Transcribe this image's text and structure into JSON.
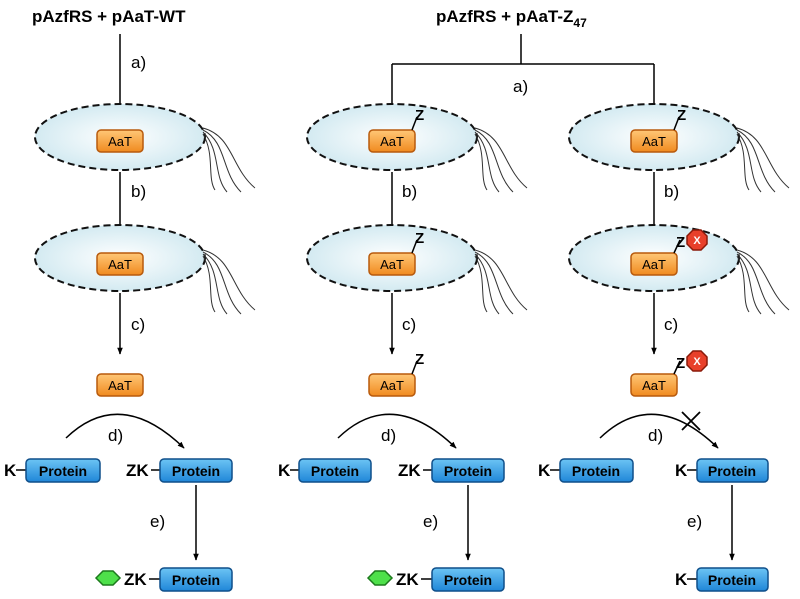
{
  "colors": {
    "aat_fill": "#f5a042",
    "aat_stroke": "#b85a0c",
    "protein_fill": "#3aa3e8",
    "protein_stroke": "#0f4f8a",
    "cell_fill": "#e2f1f5",
    "stop_fill": "#e8402a",
    "label_hex": "#4ee04a"
  },
  "titles": {
    "left": "pAzfRS + pAaT-WT",
    "right_main": "pAzfRS + pAaT-Z",
    "right_sub": "47"
  },
  "steps": {
    "a": "a)",
    "b": "b)",
    "c": "c)",
    "d": "d)",
    "e": "e)"
  },
  "labels": {
    "aat": "AaT",
    "protein": "Protein",
    "k": "K",
    "zk": "ZK",
    "z": "Z",
    "x": "X"
  },
  "icons": [
    "cell-ellipse",
    "flagellum",
    "stop-sign-icon",
    "hexagon-label-icon",
    "cross-icon",
    "arrow"
  ]
}
